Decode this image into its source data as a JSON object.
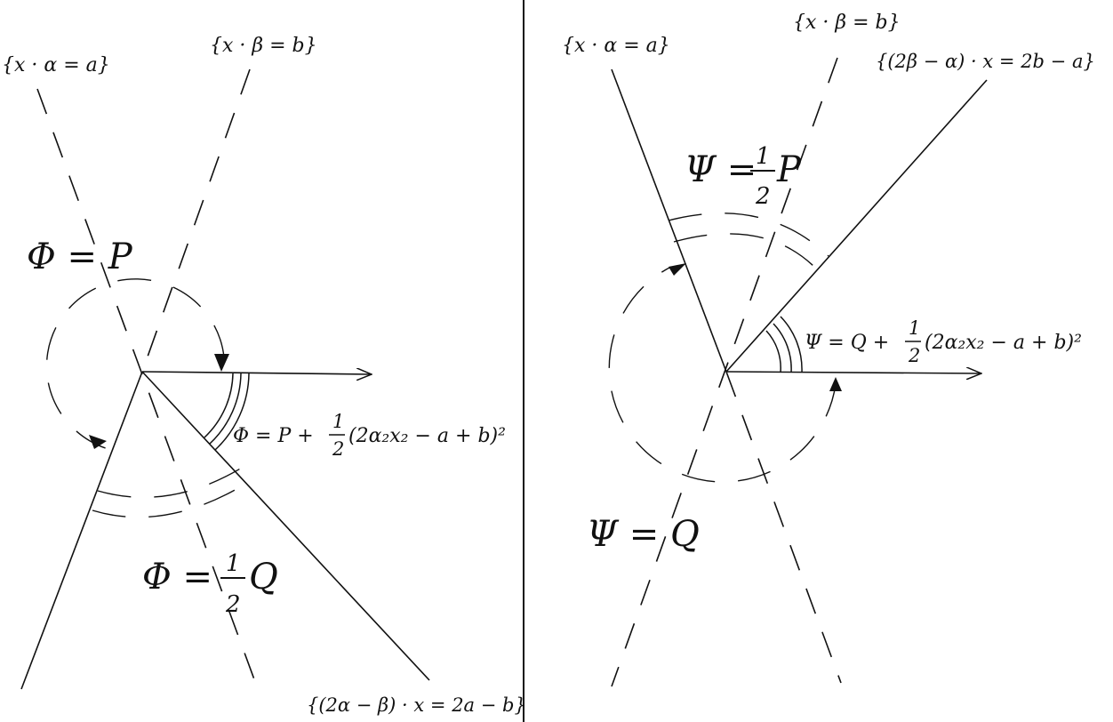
{
  "left_panel": {
    "label_alpha_line": "{x · α = a}",
    "label_beta_line": "{x · β = b}",
    "label_combo_line": "{(2α − β) · x = 2a − b}",
    "region_top": "Φ = P",
    "region_bottom_prefix": "Φ =",
    "region_bottom_num": "1",
    "region_bottom_den": "2",
    "region_bottom_suffix": "Q",
    "region_right_prefix": "Φ = P +",
    "region_right_num": "1",
    "region_right_den": "2",
    "region_right_suffix": "(2α₂x₂ − a + b)²"
  },
  "right_panel": {
    "label_alpha_line": "{x · α = a}",
    "label_beta_line": "{x · β = b}",
    "label_combo_line": "{(2β − α) · x = 2b − a}",
    "region_top_prefix": "Ψ =",
    "region_top_num": "1",
    "region_top_den": "2",
    "region_top_suffix": "P",
    "region_bottom": "Ψ = Q",
    "region_right_prefix": "Ψ = Q +",
    "region_right_num": "1",
    "region_right_den": "2",
    "region_right_suffix": "(2α₂x₂ − a + b)²"
  }
}
